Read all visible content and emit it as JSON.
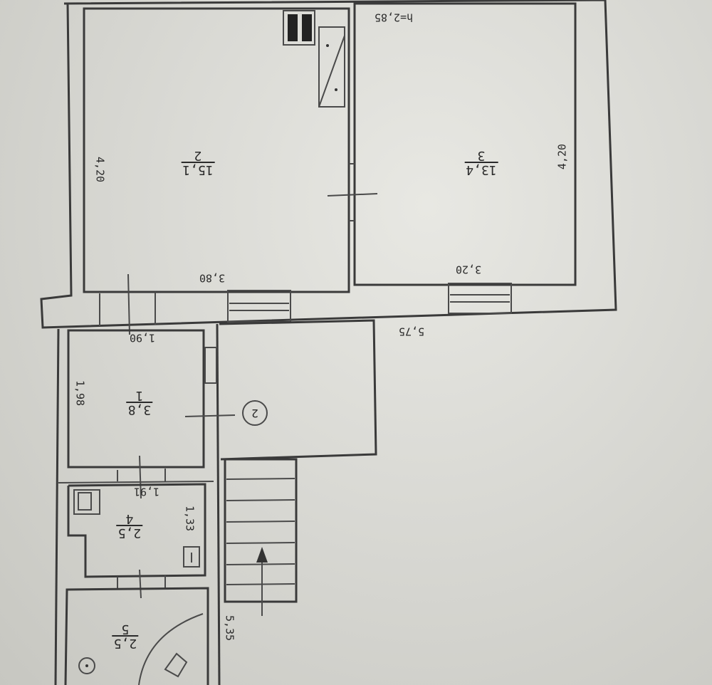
{
  "height_label": "h=2,85",
  "rooms": [
    {
      "id": "room-1",
      "number": "1",
      "area": "3,8"
    },
    {
      "id": "room-2",
      "number": "2",
      "area": "15,1"
    },
    {
      "id": "room-3",
      "number": "3",
      "area": "13,4"
    },
    {
      "id": "room-4",
      "number": "4",
      "area": "2,5"
    },
    {
      "id": "room-5",
      "number": "5",
      "area": "2,5"
    }
  ],
  "dimensions": {
    "d420_left": "4,20",
    "d420_right": "4,20",
    "d380": "3,80",
    "d320": "3,20",
    "d575": "5,75",
    "d190": "1,90",
    "d198": "1,98",
    "d191": "1,91",
    "d133": "1,33",
    "d535": "5,35"
  },
  "marker": "2"
}
